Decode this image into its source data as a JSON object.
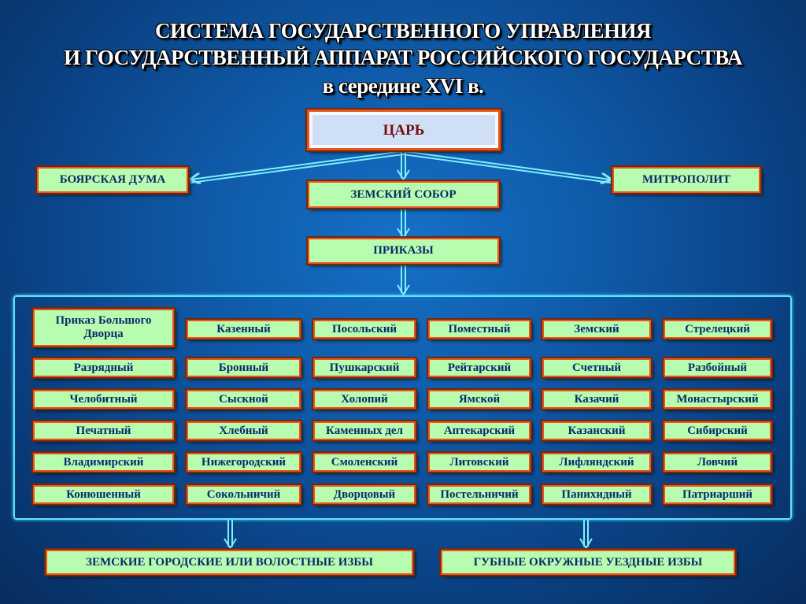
{
  "title": {
    "line1": "СИСТЕМА ГОСУДАРСТВЕННОГО УПРАВЛЕНИЯ",
    "line2": "И ГОСУДАРСТВЕННЫЙ АППАРАТ РОССИЙСКОГО ГОСУДАРСТВА",
    "line3": "в середине XVI в."
  },
  "nodes": {
    "tsar": "ЦАРЬ",
    "boyar_duma": "БОЯРСКАЯ ДУМА",
    "zemsky_sobor": "ЗЕМСКИЙ СОБОР",
    "metropolitan": "МИТРОПОЛИТ",
    "prikazy": "ПРИКАЗЫ"
  },
  "prikazy_grid": [
    [
      "Приказ Большого Дворца",
      "Казенный",
      "Посольский",
      "Поместный",
      "Земский",
      "Стрелецкий"
    ],
    [
      "Разрядный",
      "Бронный",
      "Пушкарский",
      "Рейтарский",
      "Счетный",
      "Разбойный"
    ],
    [
      "Челобитный",
      "Сыскной",
      "Холопий",
      "Ямской",
      "Казачий",
      "Монастырский"
    ],
    [
      "Печатный",
      "Хлебный",
      "Каменных дел",
      "Аптекарский",
      "Казанский",
      "Сибирский"
    ],
    [
      "Владимирский",
      "Нижегородский",
      "Смоленский",
      "Литовский",
      "Лифляндский",
      "Ловчий"
    ],
    [
      "Конюшенный",
      "Сокольничий",
      "Дворцовый",
      "Постельничий",
      "Панихидный",
      "Патриарший"
    ]
  ],
  "bottom": {
    "left": "ЗЕМСКИЕ ГОРОДСКИЕ ИЛИ ВОЛОСТНЫЕ ИЗБЫ",
    "right": "ГУБНЫЕ ОКРУЖНЫЕ УЕЗДНЫЕ ИЗБЫ"
  }
}
